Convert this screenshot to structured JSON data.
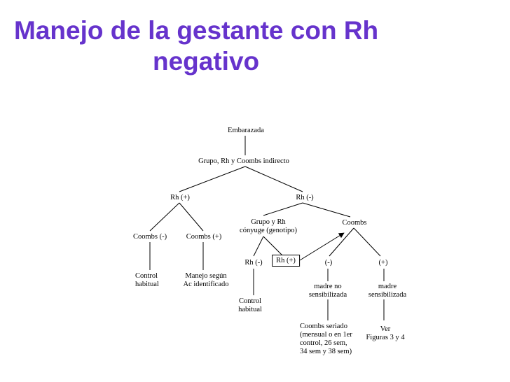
{
  "slide": {
    "title_line1": "Manejo de la gestante con Rh",
    "title_line2": "negativo"
  },
  "colors": {
    "title": "#6633cc",
    "lines": "#000000"
  },
  "diagram": {
    "embarazada": "Embarazada",
    "grupo_rh_coombs": "Grupo, Rh y Coombs indirecto",
    "rh_pos": "Rh (+)",
    "rh_neg": "Rh (-)",
    "coombs_neg": "Coombs (-)",
    "coombs_pos": "Coombs (+)",
    "control_habitual_1": [
      "Control",
      "habitual"
    ],
    "manejo_segun": [
      "Manejo según",
      "Ac identificado"
    ],
    "grupo_conyuge": [
      "Grupo y Rh",
      "cónyuge (genotipo)"
    ],
    "coombs": "Coombs",
    "conyuge_rh_neg": "Rh (-)",
    "conyuge_rh_pos": "Rh (+)",
    "coombs_result_neg": "(-)",
    "coombs_result_pos": "(+)",
    "control_habitual_2": [
      "Control",
      "habitual"
    ],
    "madre_no_sens": [
      "madre no",
      "sensibilizada"
    ],
    "madre_sens": [
      "madre",
      "sensibilizada"
    ],
    "coombs_seriado": [
      "Coombs seriado",
      "(mensual o en 1er",
      "control, 26 sem,",
      "34 sem y 38 sem)"
    ],
    "ver_figuras": [
      "Ver",
      "Figuras 3 y 4"
    ]
  }
}
